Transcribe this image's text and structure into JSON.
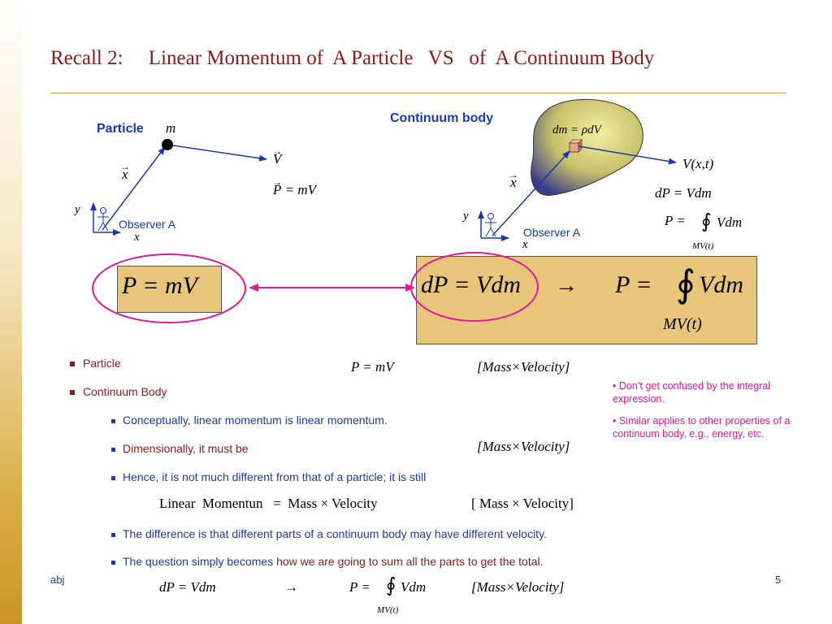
{
  "slide": {
    "title": "Recall 2:     Linear Momentum of  A Particle   VS   of  A Continuum Body",
    "footer_left": "abj",
    "page_number": "5"
  },
  "particle_diagram": {
    "label": "Particle",
    "mass_symbol": "m",
    "velocity_symbol": "V",
    "position_symbol": "x",
    "momentum_eq_lhs": "P",
    "momentum_eq_rhs": "= mV",
    "observer": "Observer A",
    "axis_y": "y",
    "axis_x": "x"
  },
  "continuum_diagram": {
    "label": "Continuum body",
    "dm_eq": "dm = ρdV",
    "velocity_field": "V(x,t)",
    "dP_eq": "dP = Vdm",
    "P_eq": "P =",
    "integrand": "Vdm",
    "region": "MV(t)",
    "position_symbol": "x",
    "observer": "Observer A",
    "axis_y": "y",
    "axis_x": "x"
  },
  "highlight": {
    "particle_eq": "P = mV",
    "dP_eq": "dP = Vdm",
    "arrow": "→",
    "P_eq": "P =",
    "integrand": "Vdm",
    "region": "MV(t)"
  },
  "bullets": {
    "particle": "Particle",
    "particle_eq": "P = mV",
    "particle_units": "[Mass×Velocity]",
    "continuum": "Continuum Body",
    "sub1": "Conceptually, linear momentum is linear momentum.",
    "sub2": "Dimensionally, it must be",
    "sub2_units": "[Mass×Velocity]",
    "sub3": "Hence, it is not much different from that of a particle; it is still",
    "linear_eq": "Linear  Momentun   =  Mass × Velocity",
    "linear_units": "[ Mass × Velocity]",
    "sub4": "The difference is that different parts of a continuum body may have different velocity.",
    "sub5_a": "The question simply becomes ",
    "sub5_b": "how we are going to sum all the parts to get the total."
  },
  "final_eq": {
    "dP": "dP = Vdm",
    "arrow": "→",
    "P": "P =",
    "integrand": "Vdm",
    "region": "MV(t)",
    "units": "[Mass×Velocity]"
  },
  "notes": [
    "•  Don’t get confused by the integral expression.",
    "•  Similar applies to other properties of a continuum body, e.g., energy, etc."
  ],
  "colors": {
    "title": "#8b1a1a",
    "blue_text": "#1a3aa8",
    "highlight_box": "#e8c57a",
    "magenta": "#e0189a"
  }
}
